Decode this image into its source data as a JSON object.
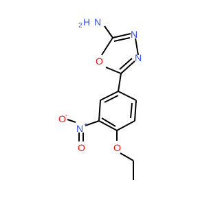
{
  "molecule": {
    "colors": {
      "bond": "#000000",
      "nitrogen": "#3050F8",
      "oxygen": "#FF0D0D",
      "carbon": "#000000"
    },
    "atoms": {
      "amine": {
        "symbol": "N",
        "h_label": "H",
        "h_count": "2"
      },
      "ring_n3": {
        "symbol": "N"
      },
      "ring_n4": {
        "symbol": "N"
      },
      "ring_o1": {
        "symbol": "O"
      },
      "nitro_n": {
        "symbol": "N",
        "charge": "+"
      },
      "nitro_o_minus": {
        "symbol": "O",
        "charge": "-"
      },
      "nitro_o": {
        "symbol": "O"
      },
      "ether_o": {
        "symbol": "O"
      }
    }
  }
}
